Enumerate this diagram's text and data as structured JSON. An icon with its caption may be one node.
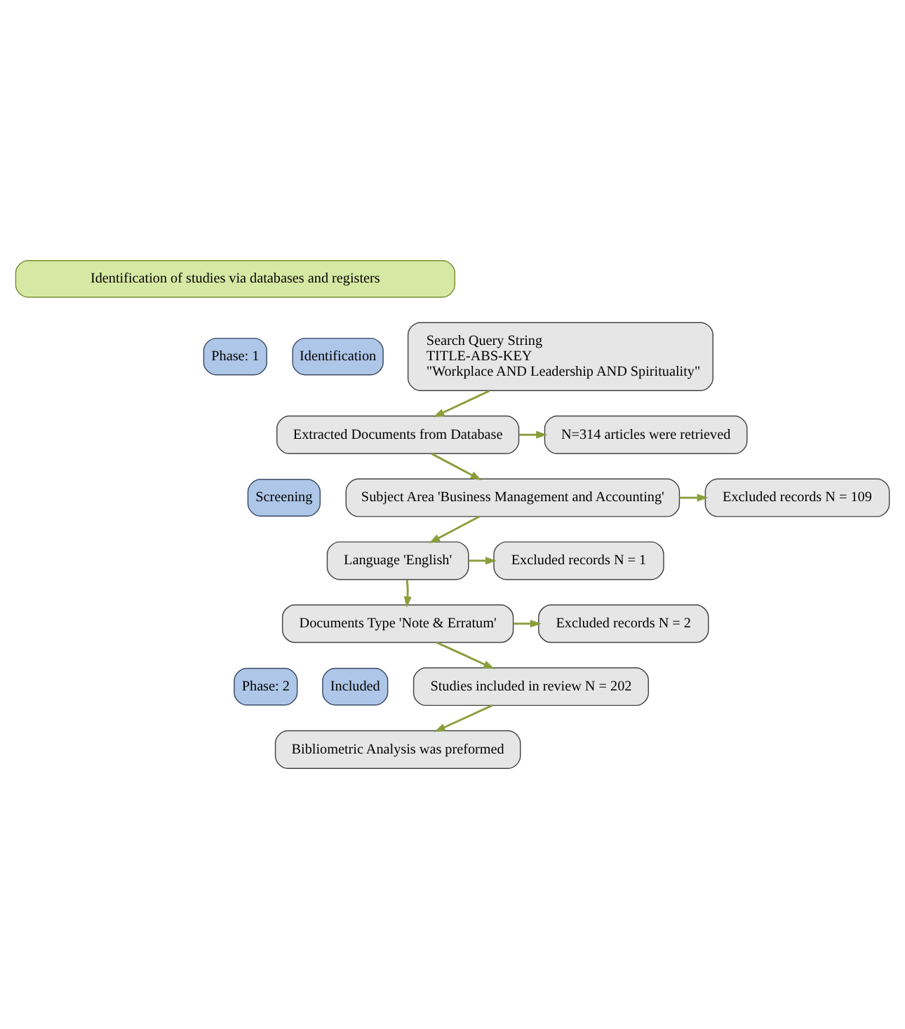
{
  "diagram": {
    "nodes": [
      {
        "text": [
          "Identification of studies via databases and registers"
        ]
      },
      {
        "text": [
          "Phase: 1"
        ]
      },
      {
        "text": [
          "Identification"
        ]
      },
      {
        "text": [
          "Screening"
        ]
      },
      {
        "text": [
          "Phase: 2"
        ]
      },
      {
        "text": [
          "Included"
        ]
      },
      {
        "text": [
          "Search Query String",
          "TITLE-ABS-KEY",
          "\"Workplace AND Leadership AND Spirituality\""
        ]
      },
      {
        "text": [
          "Extracted Documents from Database"
        ]
      },
      {
        "text": [
          "N=314 articles were retrieved"
        ]
      },
      {
        "text": [
          "Subject Area 'Business Management and Accounting'"
        ]
      },
      {
        "text": [
          "Excluded records N = 109"
        ]
      },
      {
        "text": [
          "Language 'English'"
        ]
      },
      {
        "text": [
          "Excluded records N = 1"
        ]
      },
      {
        "text": [
          "Documents Type 'Note & Erratum'"
        ]
      },
      {
        "text": [
          "Excluded records N = 2"
        ]
      },
      {
        "text": [
          "Studies included in review N = 202"
        ]
      },
      {
        "text": [
          "Bibliometric Analysis was preformed"
        ]
      }
    ],
    "edges": [
      {
        "from": 6,
        "to": 7,
        "arrow": "to"
      },
      {
        "from": 7,
        "to": 8,
        "arrow": "to"
      },
      {
        "from": 7,
        "to": 9,
        "arrow": "to"
      },
      {
        "from": 9,
        "to": 10,
        "arrow": "to"
      },
      {
        "from": 9,
        "to": 11,
        "arrow": "to"
      },
      {
        "from": 11,
        "to": 12,
        "arrow": "to"
      },
      {
        "from": 11,
        "to": 13,
        "arrow": "to"
      },
      {
        "from": 13,
        "to": 14,
        "arrow": "to"
      },
      {
        "from": 13,
        "to": 15,
        "arrow": "to"
      },
      {
        "from": 15,
        "to": 16,
        "arrow": "to"
      }
    ]
  }
}
